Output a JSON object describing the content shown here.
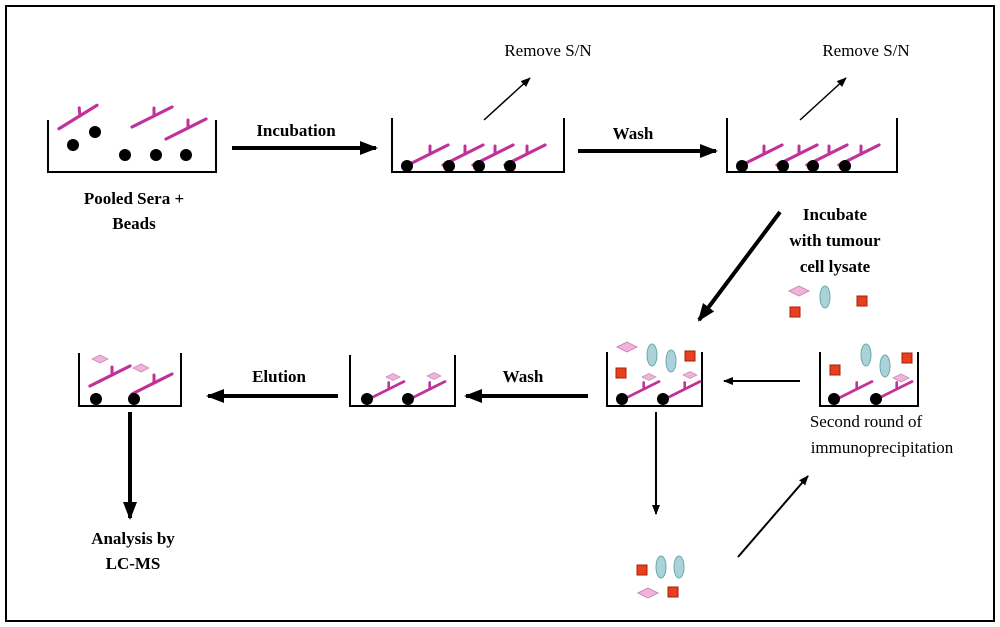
{
  "labels": {
    "remove_sn_1": "Remove S/N",
    "remove_sn_2": "Remove S/N",
    "incubation": "Incubation",
    "wash_1": "Wash",
    "pooled_line1": "Pooled Sera +",
    "pooled_line2": "Beads",
    "incubate_line1": "Incubate",
    "incubate_line2": "with tumour",
    "incubate_line3": "cell lysate",
    "elution": "Elution",
    "wash_2": "Wash",
    "second_round_line1": "Second round of",
    "second_round_line2": "immunoprecipitation",
    "analysis_line1": "Analysis by",
    "analysis_line2": "LC-MS"
  },
  "colors": {
    "antibody": "#c0319a",
    "bead": "#000000",
    "protein_square": "#e8401c",
    "protein_diamond": "#f2b3da",
    "protein_ellipse": "#a9d3d8",
    "frame": "#000000"
  },
  "icons": {
    "bead": "black-circle",
    "antibody": "y-shaped-antibody",
    "protein_square": "red-square",
    "protein_diamond": "pink-diamond",
    "protein_ellipse": "blue-ellipse"
  }
}
